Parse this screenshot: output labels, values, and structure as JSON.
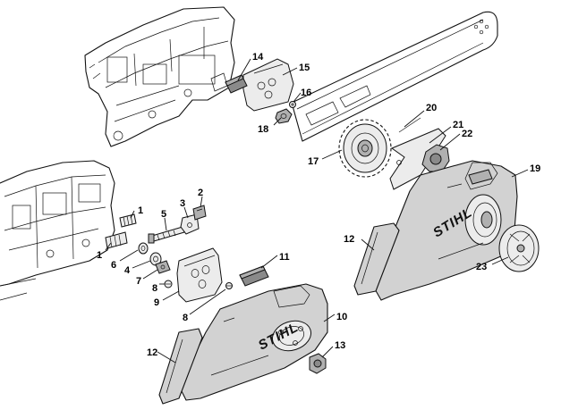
{
  "brand": "STIHL",
  "labels": {
    "p1a": "1",
    "p1b": "1",
    "p2": "2",
    "p3": "3",
    "p4": "4",
    "p5": "5",
    "p6": "6",
    "p7": "7",
    "p8a": "8",
    "p8b": "8",
    "p9": "9",
    "p10": "10",
    "p11": "11",
    "p12a": "12",
    "p12b": "12",
    "p13": "13",
    "p14": "14",
    "p15": "15",
    "p16": "16",
    "p17": "17",
    "p18": "18",
    "p19": "19",
    "p20": "20",
    "p21": "21",
    "p22": "22",
    "p23": "23"
  }
}
